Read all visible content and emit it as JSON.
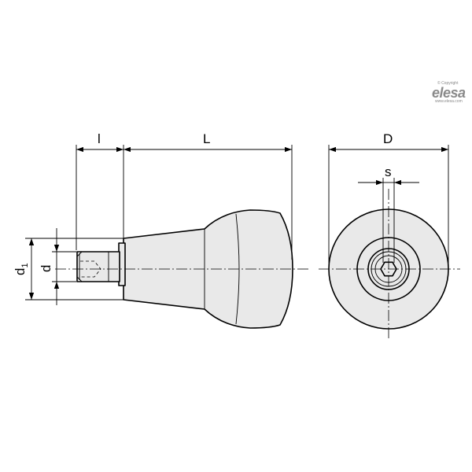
{
  "labels": {
    "l": "l",
    "L": "L",
    "D": "D",
    "s": "s",
    "d": "d",
    "d1_base": "d",
    "d1_sub": "1"
  },
  "watermark": {
    "copyright": "© Copyright",
    "logo": "elesa",
    "website": "www.elesa.com"
  },
  "colors": {
    "part_fill": "#e9e9e9",
    "line": "#000000",
    "watermark": "#8a8a8a"
  }
}
